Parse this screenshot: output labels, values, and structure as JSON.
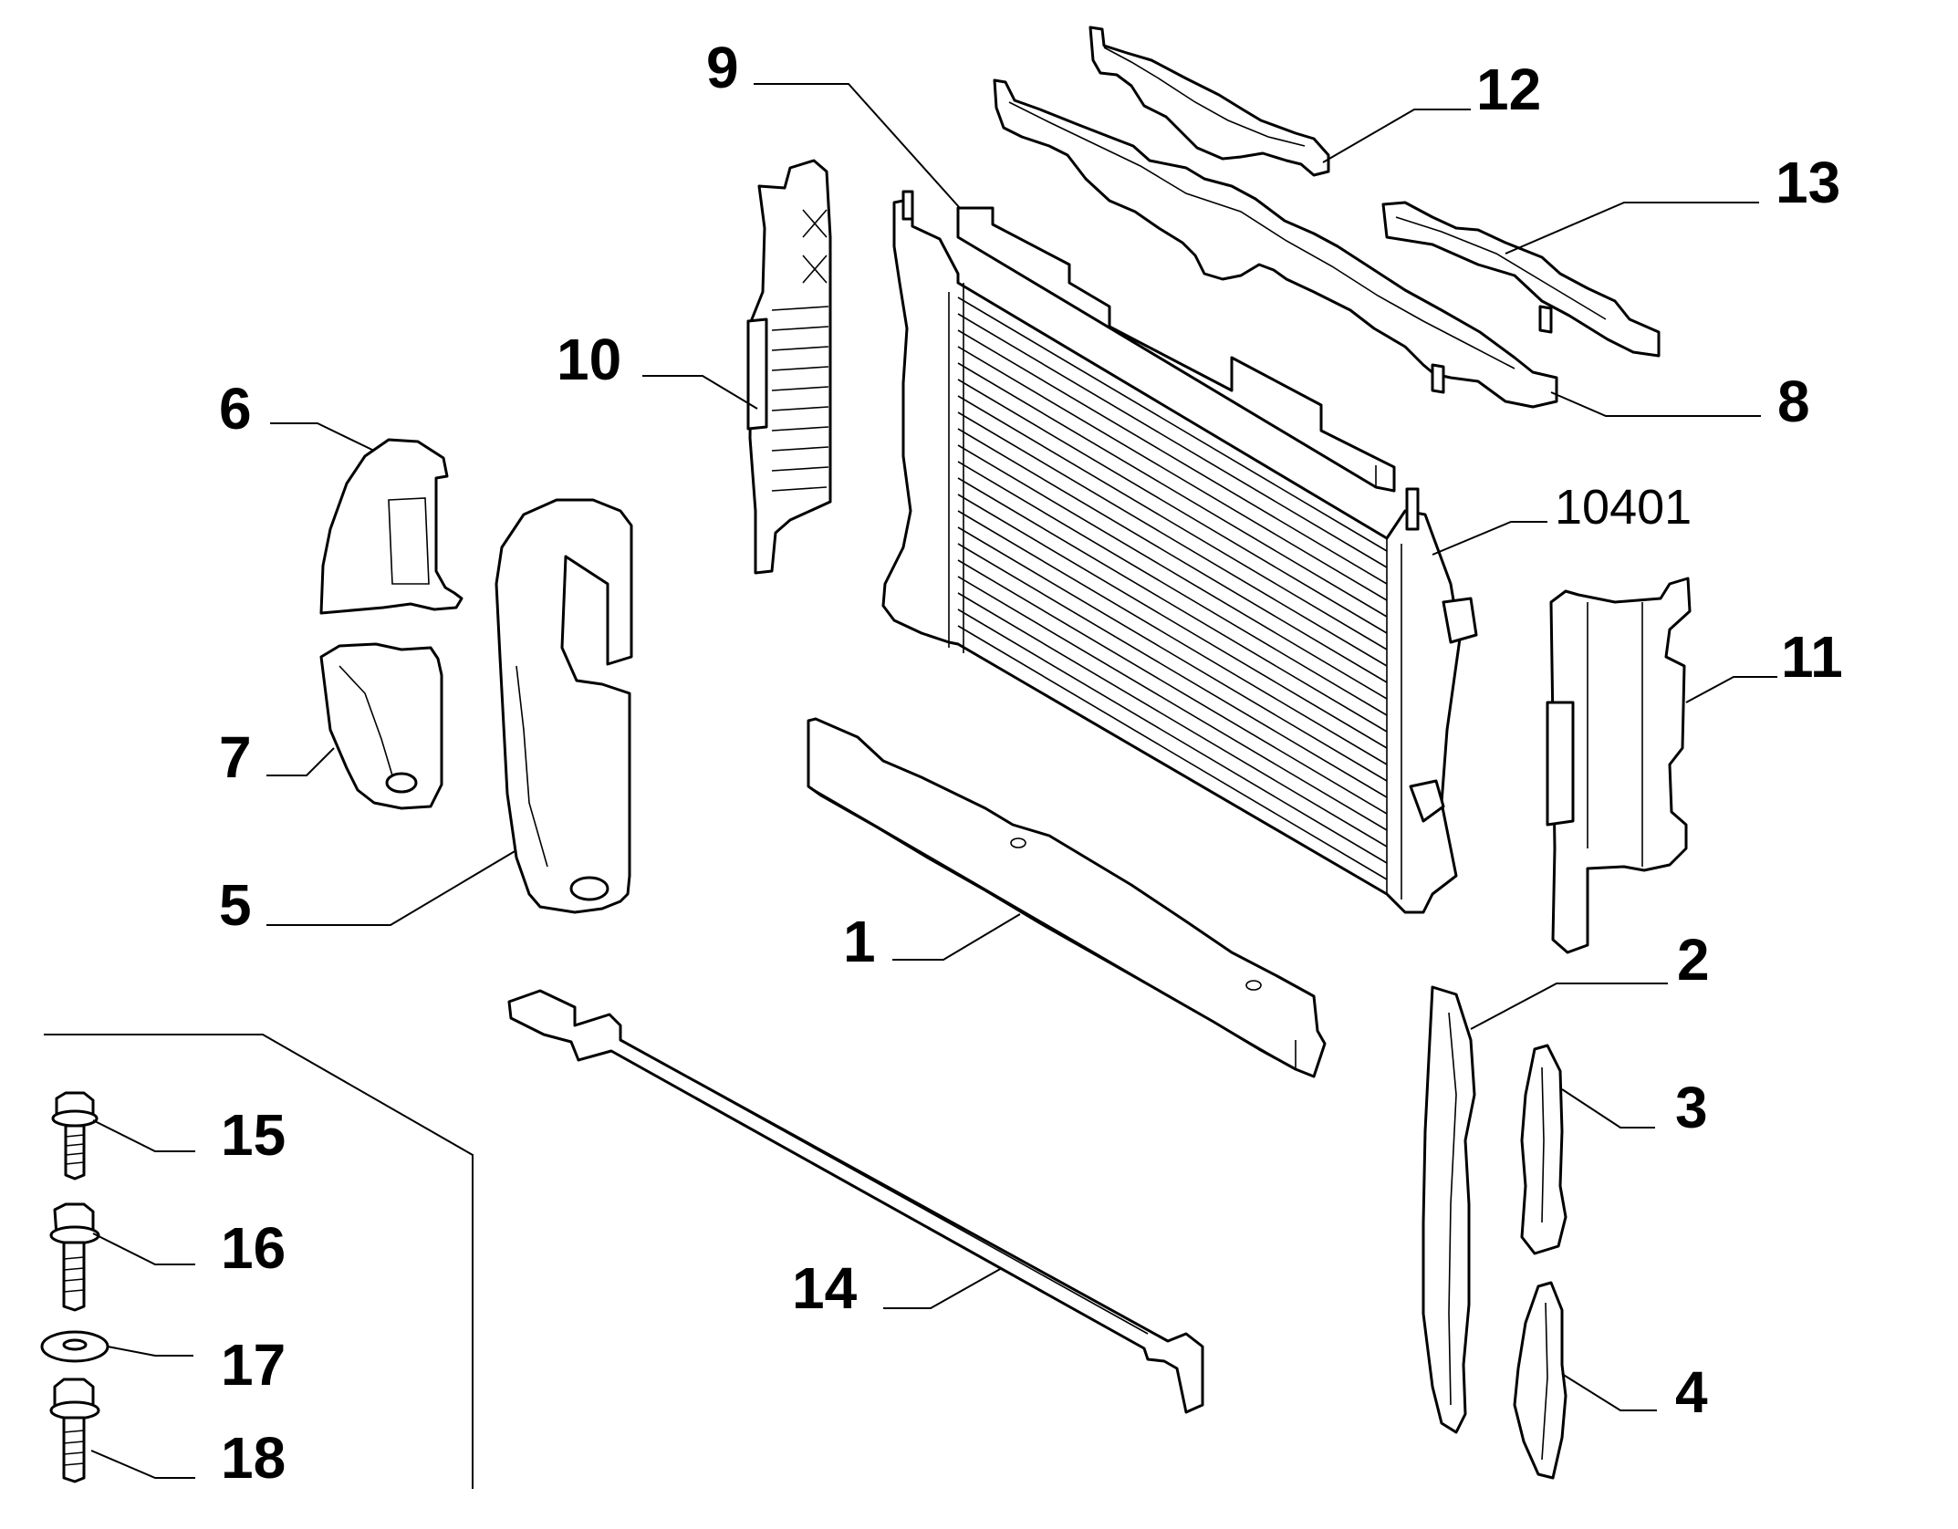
{
  "labels": {
    "p1": "1",
    "p2": "2",
    "p3": "3",
    "p4": "4",
    "p5": "5",
    "p6": "6",
    "p7": "7",
    "p8": "8",
    "p9": "9",
    "p10": "10",
    "p11": "11",
    "p12": "12",
    "p13": "13",
    "p14": "14",
    "p15": "15",
    "p16": "16",
    "p17": "17",
    "p18": "18",
    "code": "10401"
  }
}
